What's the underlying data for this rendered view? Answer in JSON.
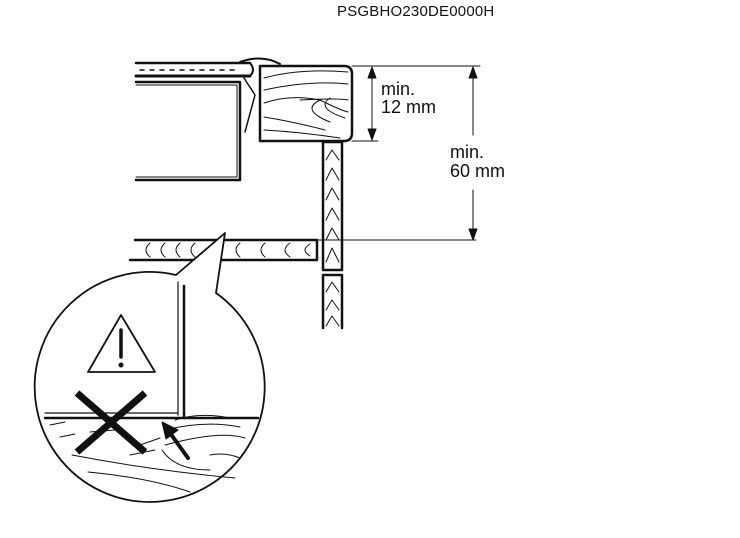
{
  "document_code": "PSGBHO230DE0000H",
  "dimensions": {
    "top_thickness": {
      "line1": "min.",
      "line2": "12 mm"
    },
    "total_height": {
      "line1": "min.",
      "line2": "60 mm"
    }
  },
  "colors": {
    "ink": "#111111",
    "background": "#ffffff"
  }
}
